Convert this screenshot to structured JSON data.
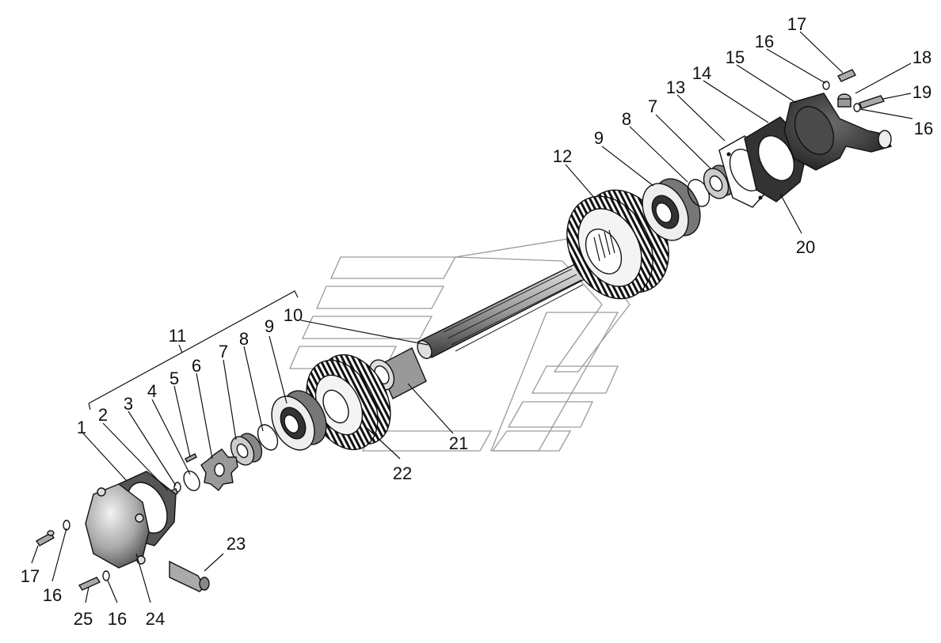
{
  "diagram": {
    "group_label": "11",
    "labels": {
      "p1": "1",
      "p2": "2",
      "p3": "3",
      "p4": "4",
      "p5": "5",
      "p6": "6",
      "p7a": "7",
      "p8a": "8",
      "p9a": "9",
      "p10": "10",
      "p12": "12",
      "p9b": "9",
      "p8b": "8",
      "p7b": "7",
      "p13": "13",
      "p14": "14",
      "p15": "15",
      "p16a": "16",
      "p17a": "17",
      "p18": "18",
      "p19": "19",
      "p16b": "16",
      "p20": "20",
      "p21": "21",
      "p22": "22",
      "p23": "23",
      "p24": "24",
      "p25": "25",
      "p16c": "16",
      "p16d": "16",
      "p17b": "17"
    }
  }
}
